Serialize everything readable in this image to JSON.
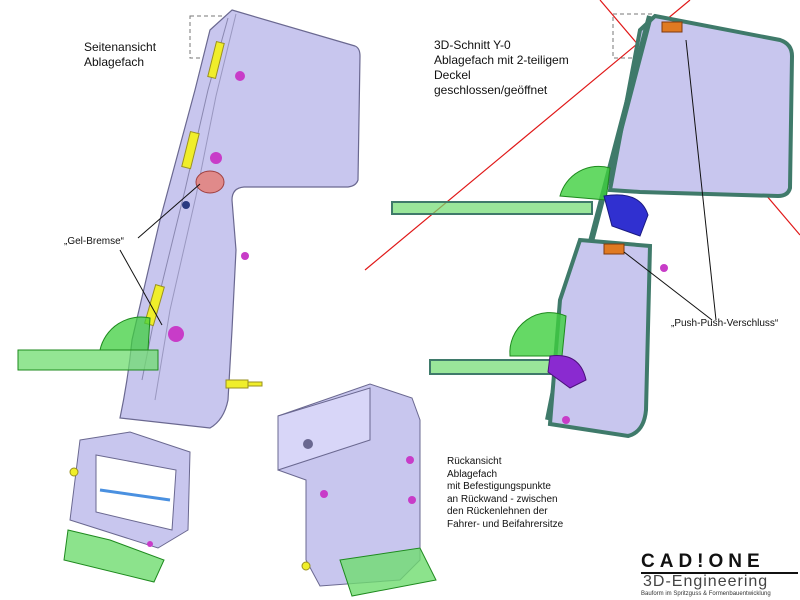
{
  "labels": {
    "side_view": "Seitenansicht\nAblagefach",
    "section": "3D-Schnitt Y-0\nAblagefach mit 2-teiligem\nDeckel\ngeschlossen/geöffnet",
    "gel_brake": "„Gel-Bremse“",
    "push_push": "„Push-Push-Verschluss“",
    "rear_view": "Rückansicht\nAblagefach\nmit Befestigungspunkte\nan Rückwand - zwischen\nden Rückenlehnen der\nFahrer- und Beifahrersitze"
  },
  "logo": {
    "name": "CAD!ONE",
    "subtitle": "3D-Engineering",
    "tagline": "Bauform im Spritzguss & Formenbauentwicklung"
  },
  "colors": {
    "housing": "#c8c6ee",
    "housing_edge": "#6a6890",
    "gear": "#3fcf3f",
    "yellow": "#f0ee2a",
    "magenta": "#c83cc8",
    "section_wall": "#3f7a6a",
    "cut_line": "#e01818",
    "push_push": "#e07a22"
  }
}
